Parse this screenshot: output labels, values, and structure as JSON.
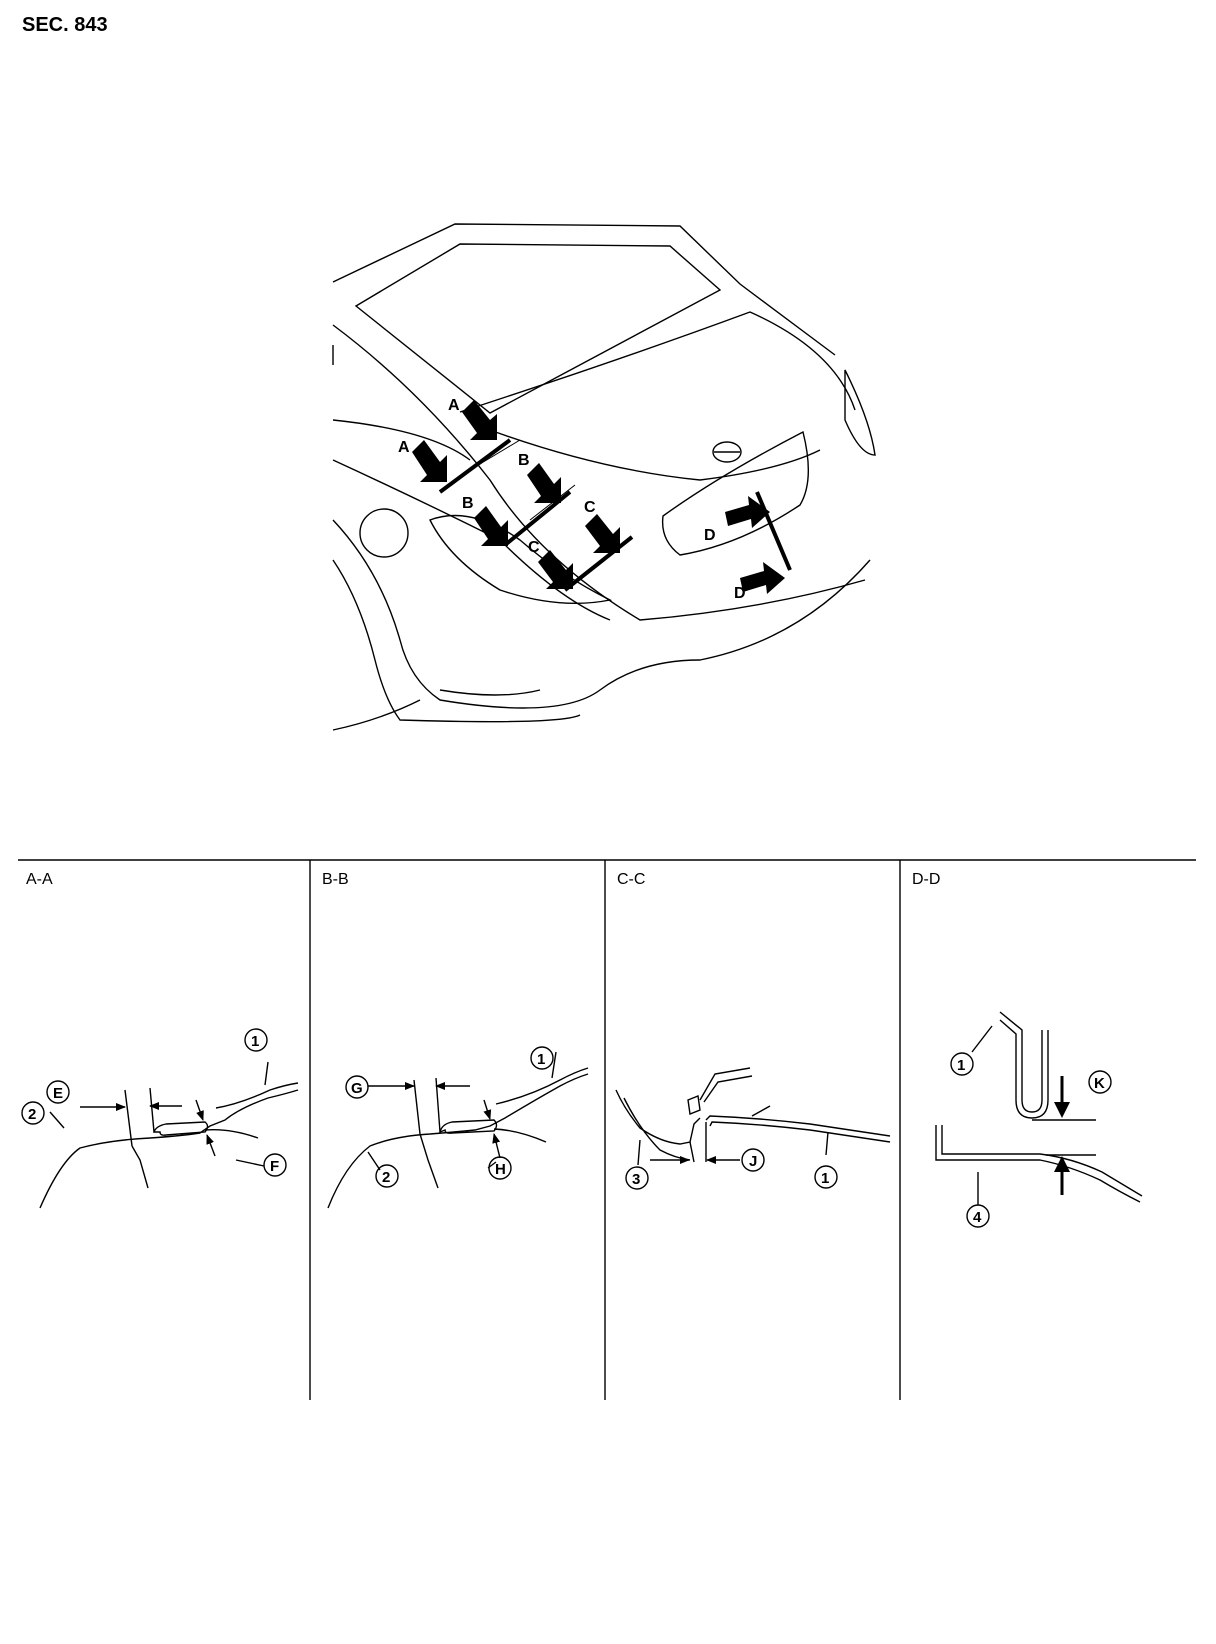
{
  "header": {
    "section": "SEC. 843"
  },
  "overview": {
    "cut_labels": [
      "A",
      "A",
      "B",
      "B",
      "C",
      "C",
      "D",
      "D"
    ]
  },
  "sections": [
    {
      "title": "A-A",
      "callouts": [
        "1",
        "2",
        "E",
        "F"
      ]
    },
    {
      "title": "B-B",
      "callouts": [
        "1",
        "2",
        "G",
        "H"
      ]
    },
    {
      "title": "C-C",
      "callouts": [
        "3",
        "J",
        "1"
      ]
    },
    {
      "title": "D-D",
      "callouts": [
        "1",
        "K",
        "4"
      ]
    }
  ],
  "colors": {
    "ink": "#000000",
    "paper": "#ffffff"
  }
}
